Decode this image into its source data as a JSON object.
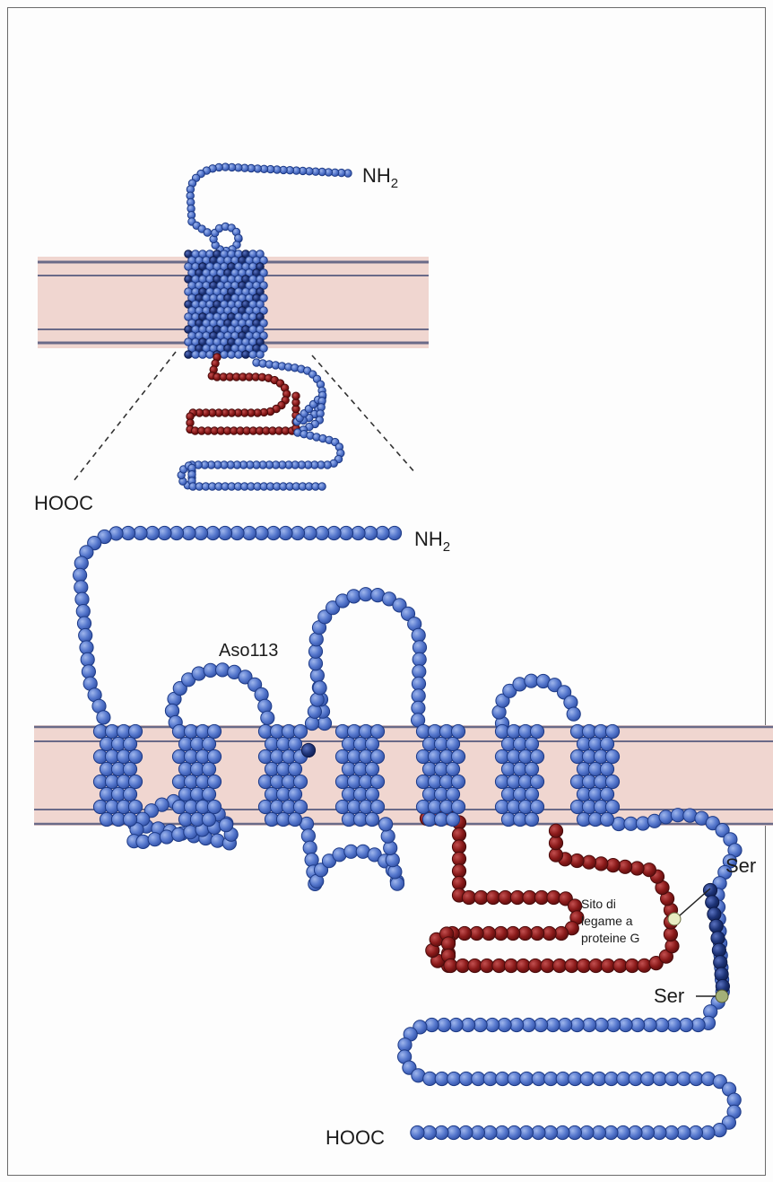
{
  "labels": {
    "nh2_top": "NH",
    "nh2_top_sub": "2",
    "hooc_top": "HOOC",
    "nh2_bottom": "NH",
    "nh2_bottom_sub": "2",
    "aso": "Aso113",
    "sito_line1": "Sito di",
    "sito_line2": "legame a",
    "sito_line3": "proteine G",
    "ser1": "Ser",
    "ser2": "Ser",
    "hooc_bottom": "HOOC"
  },
  "colors": {
    "membrane_fill": "#f0d6d0",
    "membrane_line": "#6a6a88",
    "helix_blue": "#4c6fc6",
    "helix_dark": "#2a4a9c",
    "loop_red": "#8a1a1a",
    "tail_navy": "#1e3478",
    "ser_pale": "#e8ecc2",
    "ser_olive": "#a4b078"
  },
  "structure": {
    "transmembrane_helices": 7,
    "terminus_extracellular": "NH2",
    "terminus_intracellular": "HOOC"
  }
}
